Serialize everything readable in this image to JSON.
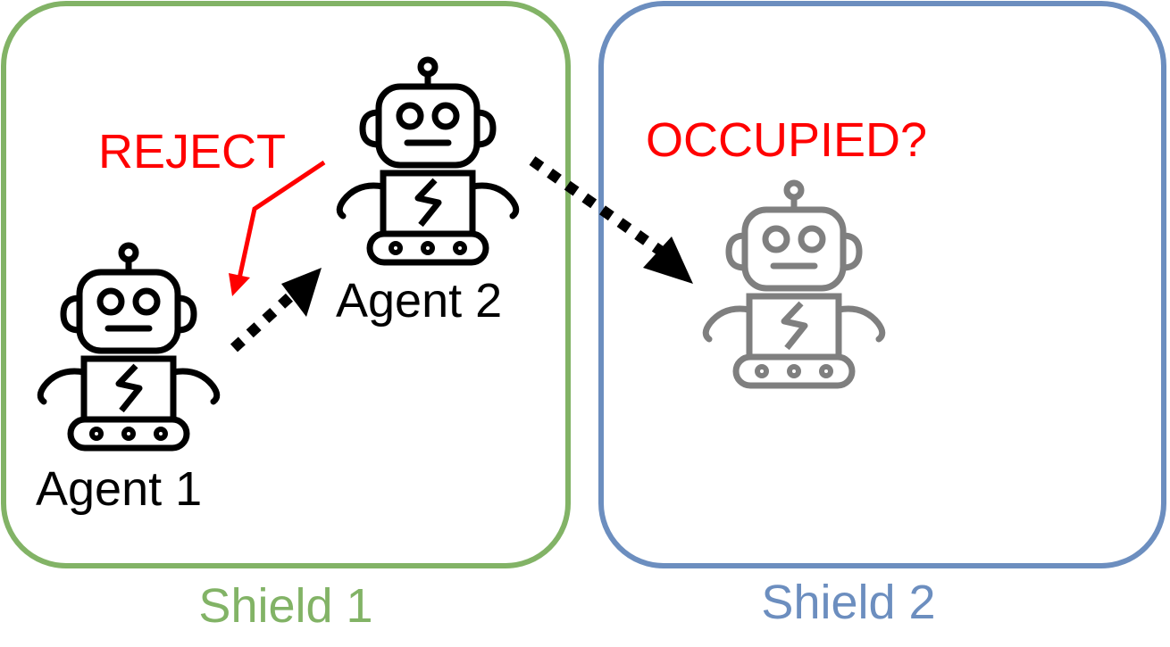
{
  "shields": [
    {
      "label": "Shield 1",
      "color": "#82b366"
    },
    {
      "label": "Shield 2",
      "color": "#6c8ebf"
    }
  ],
  "agents": [
    {
      "label": "Agent 1",
      "color": "#000000"
    },
    {
      "label": "Agent 2",
      "color": "#000000"
    },
    {
      "label": "",
      "color": "#7f7f7f"
    }
  ],
  "annotations": {
    "reject": "REJECT",
    "occupied": "OCCUPIED?",
    "color": "#ff0000"
  },
  "icons": [
    "robot-icon",
    "dotted-arrow",
    "reject-arrow"
  ]
}
